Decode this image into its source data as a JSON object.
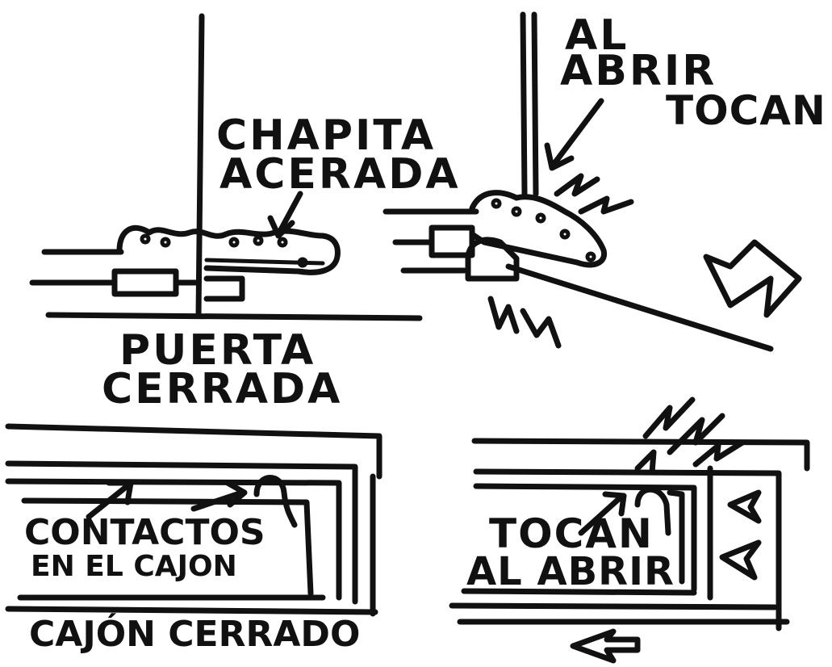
{
  "labels": {
    "al_abrir_tocan_line1": "AL",
    "al_abrir_tocan_line2": "ABRIR",
    "al_abrir_tocan_line3": "TOCAN",
    "chapita_line1": "CHAPITA",
    "chapita_line2": "ACERADA",
    "puerta_line1": "PUERTA",
    "puerta_line2": "CERRADA",
    "contactos_line1": "CONTACTOS",
    "contactos_line2": "EN EL CAJON",
    "cajon_cerrado": "CAJÓN CERRADO",
    "tocan_line1": "TOCAN",
    "tocan_line2": "AL ABRIR"
  },
  "colors": {
    "ink": "#111111",
    "paper": "#ffffff"
  }
}
